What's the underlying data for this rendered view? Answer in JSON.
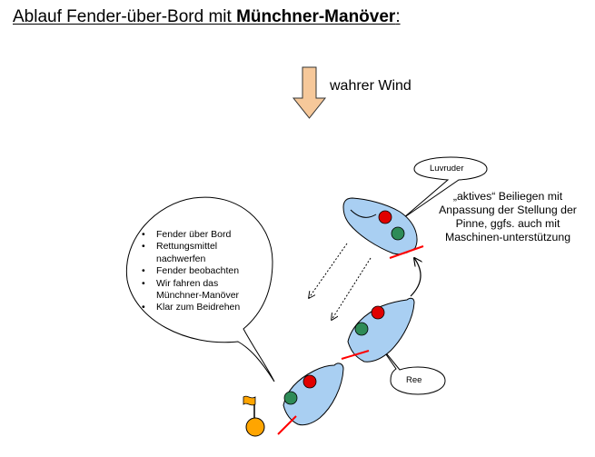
{
  "title": {
    "prefix": "Ablauf Fender-über-Bord mit ",
    "bold": "Münchner-Manöver",
    "suffix": ":"
  },
  "wind": {
    "label": "wahrer Wind",
    "arrow_color": "#f6c89a"
  },
  "callout_luvruder": "Luvruder",
  "callout_ree": "Ree",
  "note": "„aktives“ Beiliegen mit Anpassung der Stellung der Pinne, ggfs. auch mit Maschinen-unterstützung",
  "speech": {
    "items": [
      "Fender über Bord",
      "Rettungsmittel nachwerfen",
      "Fender beobachten",
      "Wir fahren das Münchner-Manöver",
      "Klar zum Beidrehen"
    ]
  },
  "colors": {
    "hull": "#a9cff2",
    "port_light": "#e00000",
    "starboard_light": "#2e8b57",
    "tiller": "#ff0000",
    "fender": "#ffa500"
  }
}
